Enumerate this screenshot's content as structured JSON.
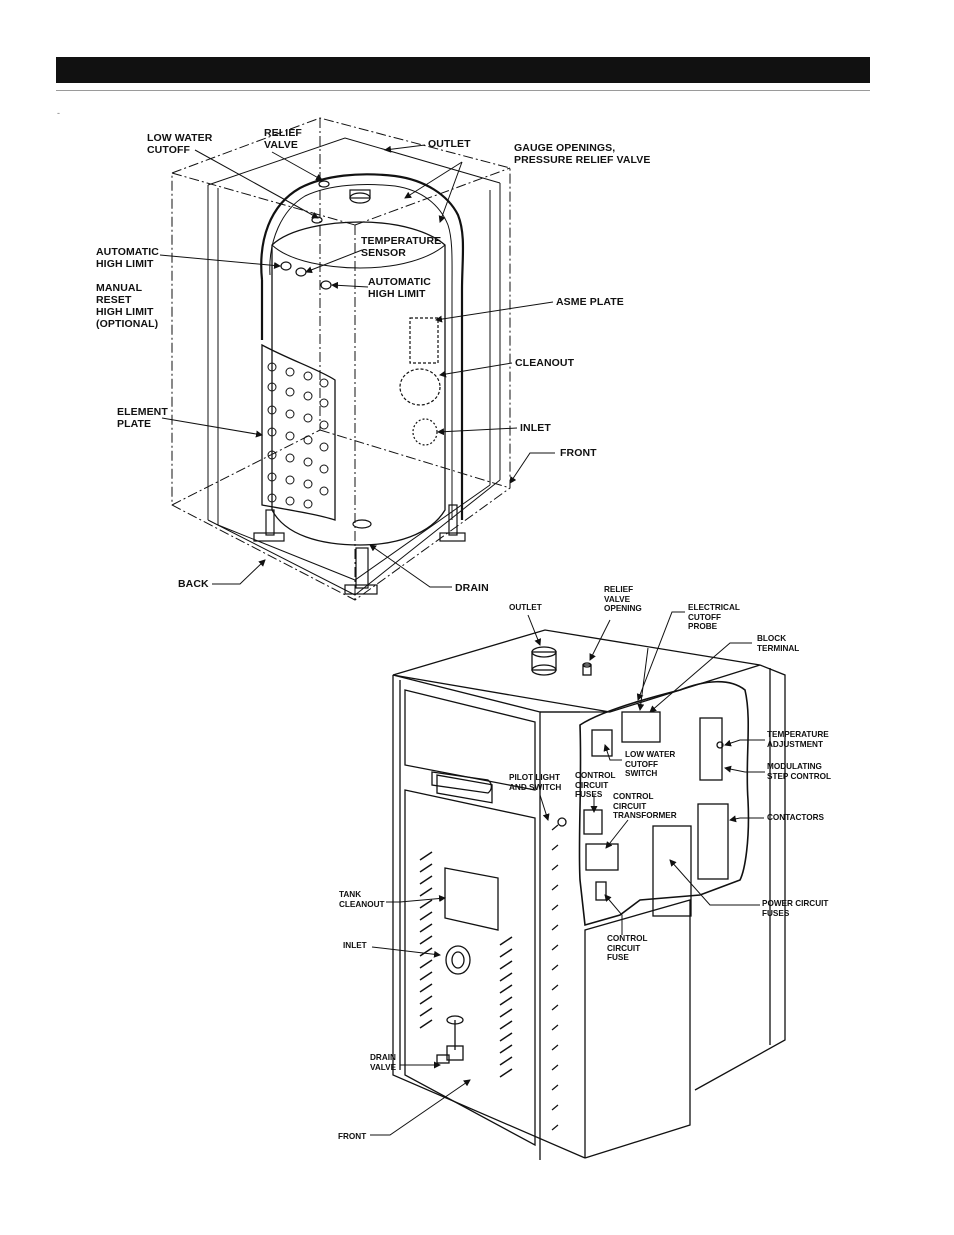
{
  "top_diagram": {
    "labels": {
      "low_water_cutoff": "LOW WATER\nCUTOFF",
      "relief_valve": "RELIEF\nVALVE",
      "outlet": "OUTLET",
      "gauge_openings": "GAUGE OPENINGS,\nPRESSURE RELIEF VALVE",
      "automatic_high_limit_left": "AUTOMATIC\nHIGH LIMIT",
      "temperature_sensor": "TEMPERATURE\nSENSOR",
      "automatic_high_limit_right": "AUTOMATIC\nHIGH LIMIT",
      "manual_reset": "MANUAL\nRESET\nHIGH LIMIT\n(OPTIONAL)",
      "asme_plate": "ASME PLATE",
      "cleanout": "CLEANOUT",
      "element_plate": "ELEMENT\nPLATE",
      "inlet": "INLET",
      "front": "FRONT",
      "back": "BACK",
      "drain": "DRAIN"
    }
  },
  "bottom_diagram": {
    "labels": {
      "outlet": "OUTLET",
      "relief_valve_opening": "RELIEF\nVALVE\nOPENING",
      "electrical_cutoff_probe": "ELECTRICAL\nCUTOFF\nPROBE",
      "block_terminal": "BLOCK\nTERMINAL",
      "temperature_adjustment": "TEMPERATURE\nADJUSTMENT",
      "modulating_step_control": "MODULATING\nSTEP CONTROL",
      "low_water_cutoff_switch": "LOW WATER\nCUTOFF\nSWITCH",
      "pilot_light": "PILOT LIGHT\nAND SWITCH",
      "control_circuit_fuses": "CONTROL\nCIRCUIT\nFUSES",
      "control_circuit_transformer": "CONTROL\nCIRCUIT\nTRANSFORMER",
      "contactors": "CONTACTORS",
      "tank_cleanout": "TANK\nCLEANOUT",
      "power_circuit_fuses": "POWER CIRCUIT\nFUSES",
      "inlet": "INLET",
      "control_circuit_fuse": "CONTROL\nCIRCUIT\nFUSE",
      "drain_valve": "DRAIN\nVALVE",
      "front": "FRONT"
    }
  }
}
